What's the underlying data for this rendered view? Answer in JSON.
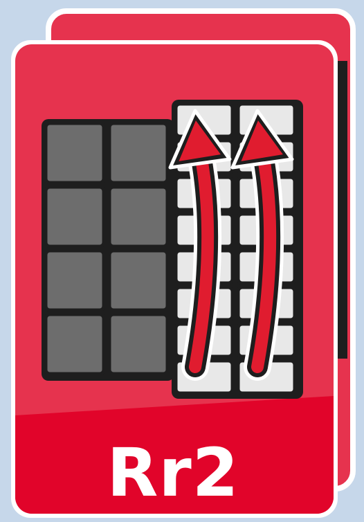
{
  "card": {
    "label": "Rr2",
    "move_type": "double wide right rotation",
    "arrow_direction": "up",
    "arrow_count": 2,
    "icons": [
      "card-back",
      "card-front",
      "cube-grid",
      "arrow-up-icon"
    ]
  },
  "colors": {
    "background": "#c6d7ea",
    "card_red": "#e6334e",
    "card_red_dark": "#e1042a",
    "card_border": "#ffffff",
    "sticker_gray": "#6d6d6d",
    "sticker_light": "#e8e8e8",
    "grid_line": "#1e1e1e",
    "arrow_red": "#e01c2f"
  }
}
